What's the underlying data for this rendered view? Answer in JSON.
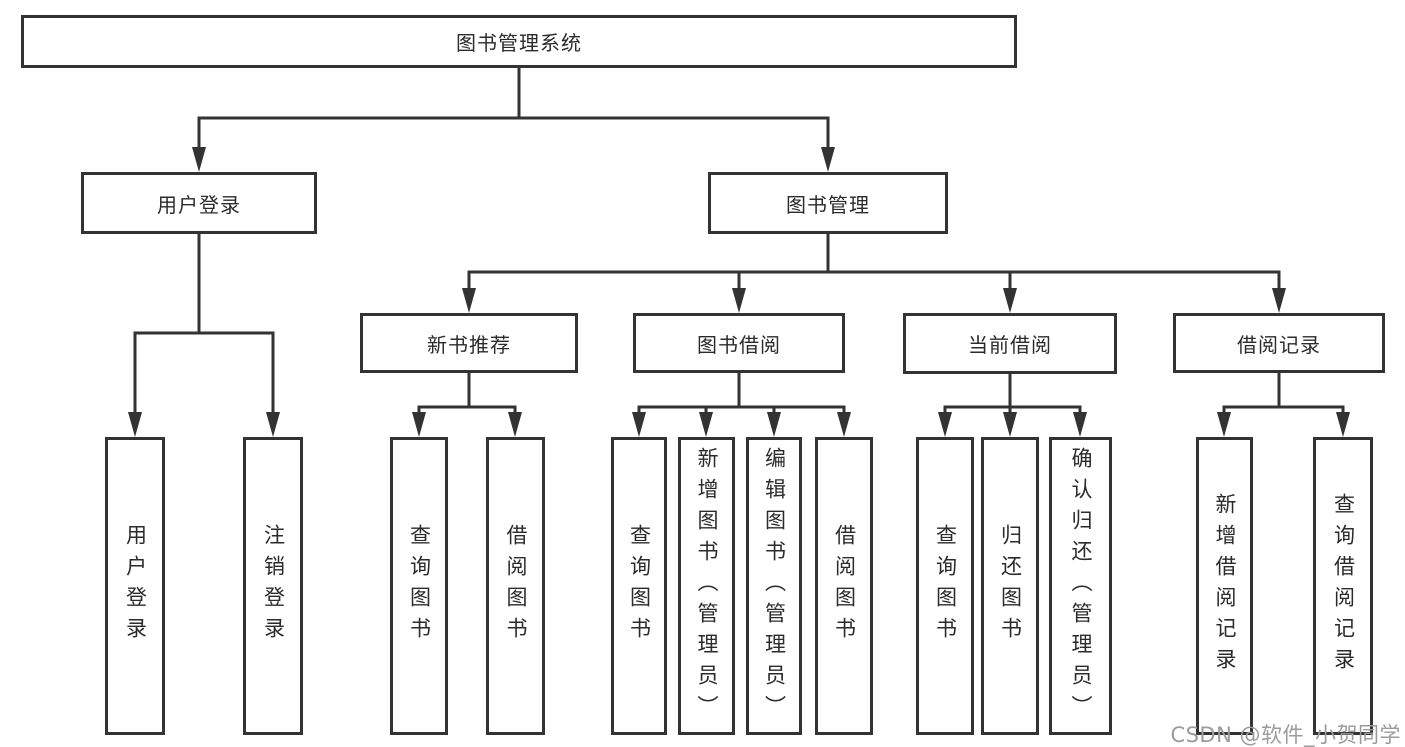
{
  "diagram": {
    "root": "图书管理系统",
    "level2": [
      "用户登录",
      "图书管理"
    ],
    "level3": [
      "新书推荐",
      "图书借阅",
      "当前借阅",
      "借阅记录"
    ],
    "leaves": {
      "user_login": [
        "用户登录",
        "注销登录"
      ],
      "new_book": [
        "查询图书",
        "借阅图书"
      ],
      "book_borrow": [
        "查询图书",
        "新增图书（管理员）",
        "编辑图书（管理员）",
        "借阅图书"
      ],
      "current_borrow": [
        "查询图书",
        "归还图书",
        "确认归还（管理员）"
      ],
      "borrow_record": [
        "新增借阅记录",
        "查询借阅记录"
      ]
    }
  },
  "watermark": "CSDN @软件_小贺同学",
  "colors": {
    "line": "#333333",
    "text": "#2b2b2b",
    "box_background": "#ffffff",
    "watermark": "#9b9b9b"
  }
}
